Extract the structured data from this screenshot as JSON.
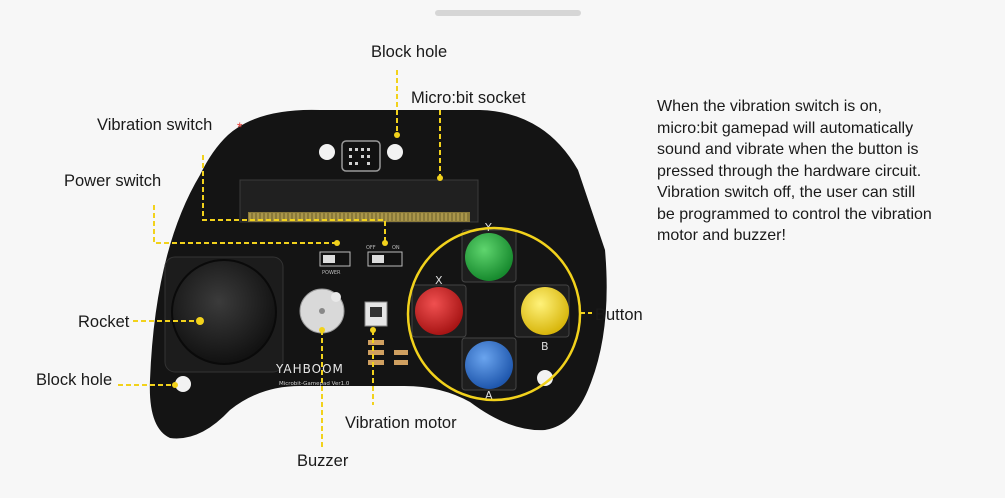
{
  "labels": {
    "block_hole_top": "Block hole",
    "microbit_socket": "Micro:bit socket",
    "vibration_switch": "Vibration switch",
    "power_switch": "Power switch",
    "rocket": "Rocket",
    "block_hole_left": "Block hole",
    "vibration_motor": "Vibration motor",
    "buzzer": "Buzzer",
    "button": "Button"
  },
  "board": {
    "brand": "YAHBOOM",
    "model": "Microbit-Gamepad  Ver1.0",
    "power_label": "POWER",
    "off_label": "OFF",
    "on_label": "ON",
    "btn_labels": {
      "y": "Y",
      "x": "X",
      "b": "B",
      "a": "A"
    }
  },
  "description": [
    "When the vibration switch is on,",
    "micro:bit gamepad will automatically",
    "sound and vibrate when the button is",
    "pressed through the hardware circuit.",
    "Vibration switch off, the user can still",
    "be programmed to control the vibration",
    "motor and buzzer!"
  ],
  "colors": {
    "annotation_line": "#f2d21c",
    "board": "#141414",
    "green_button": "#22a53c",
    "red_button": "#d62626",
    "yellow_button": "#f0d01a",
    "blue_button": "#2f73d2",
    "asterisk": "#e53935"
  },
  "icons": {
    "asterisk": "*"
  }
}
